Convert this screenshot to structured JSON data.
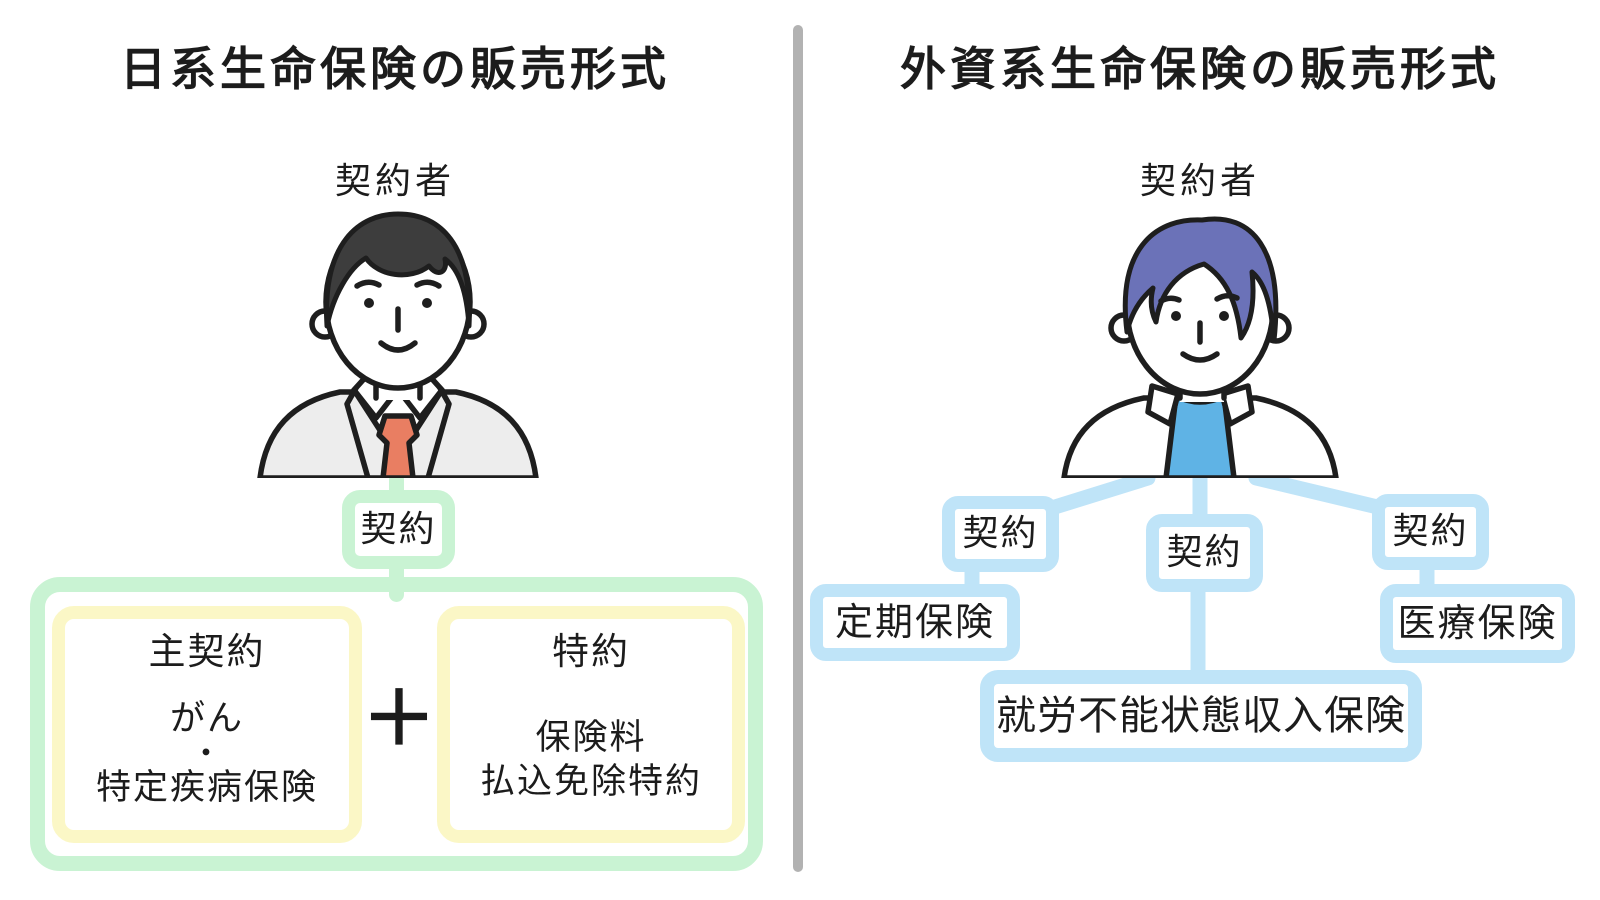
{
  "colors": {
    "accent_green": "#c9f3d3",
    "accent_yellow": "#fbf7c6",
    "accent_blue": "#bfe4f8",
    "divider_gray": "#b2b2b2",
    "text": "#1c1c1c",
    "tie_orange": "#e97e62",
    "suit_gray": "#ededed",
    "hair_dark": "#3d3d3d",
    "hair_purple": "#6b72b8",
    "shirt_blue": "#5fb3e5"
  },
  "left_panel": {
    "title": "日系生命保険の販売形式",
    "contractor_label": "契約者",
    "contract_label": "契約",
    "plus_sign": "＋",
    "main_contract_box": {
      "line1": "主契約",
      "line2": "がん",
      "line3": "・",
      "line4": "特定疾病保険"
    },
    "rider_box": {
      "line1": "特約",
      "line2": "保険料",
      "line3": "払込免除特約"
    }
  },
  "right_panel": {
    "title": "外資系生命保険の販売形式",
    "contractor_label": "契約者",
    "contract_labels": [
      "契約",
      "契約",
      "契約"
    ],
    "product_boxes": [
      "定期保険",
      "就労不能状態収入保険",
      "医療保険"
    ]
  }
}
